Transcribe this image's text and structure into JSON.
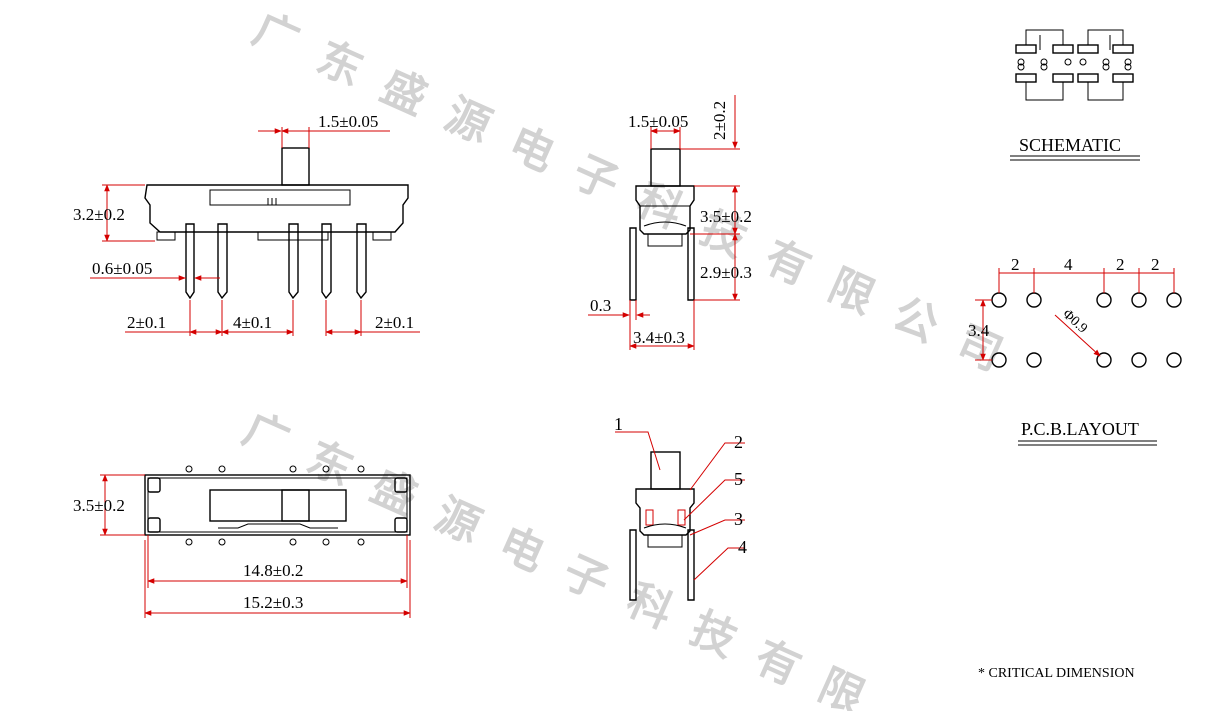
{
  "watermark": {
    "chars_row1": [
      "广",
      "东",
      "盛",
      "源",
      "电",
      "子",
      "科",
      "技",
      "有",
      "限",
      "公",
      "司"
    ],
    "chars_row2": [
      "广",
      "东",
      "盛",
      "源",
      "电",
      "子",
      "科",
      "技",
      "有",
      "限"
    ]
  },
  "front_view": {
    "actuator_width": "1.5±0.05",
    "body_height": "3.2±0.2",
    "pin_width": "0.6±0.05",
    "pitch_left": "2±0.1",
    "pitch_mid": "4±0.1",
    "pitch_right": "2±0.1"
  },
  "side_view": {
    "actuator_width": "1.5±0.05",
    "actuator_height": "2±0.2",
    "body_height": "3.5±0.2",
    "pin_length": "2.9±0.3",
    "pin_thickness": "0.3",
    "pin_span": "3.4±0.3"
  },
  "top_view": {
    "body_height": "3.5±0.2",
    "body_length": "14.8±0.2",
    "overall_length": "15.2±0.3"
  },
  "parts_view": {
    "callouts": [
      "1",
      "2",
      "5",
      "3",
      "4"
    ]
  },
  "schematic": {
    "title": "SCHEMATIC"
  },
  "pcb_layout": {
    "title": "P.C.B.LAYOUT",
    "pitch_1": "2",
    "pitch_2": "4",
    "pitch_3": "2",
    "pitch_4": "2",
    "row_spacing": "3.4",
    "hole_dia": "Φ0.9"
  },
  "footnote": "* CRITICAL  DIMENSION"
}
